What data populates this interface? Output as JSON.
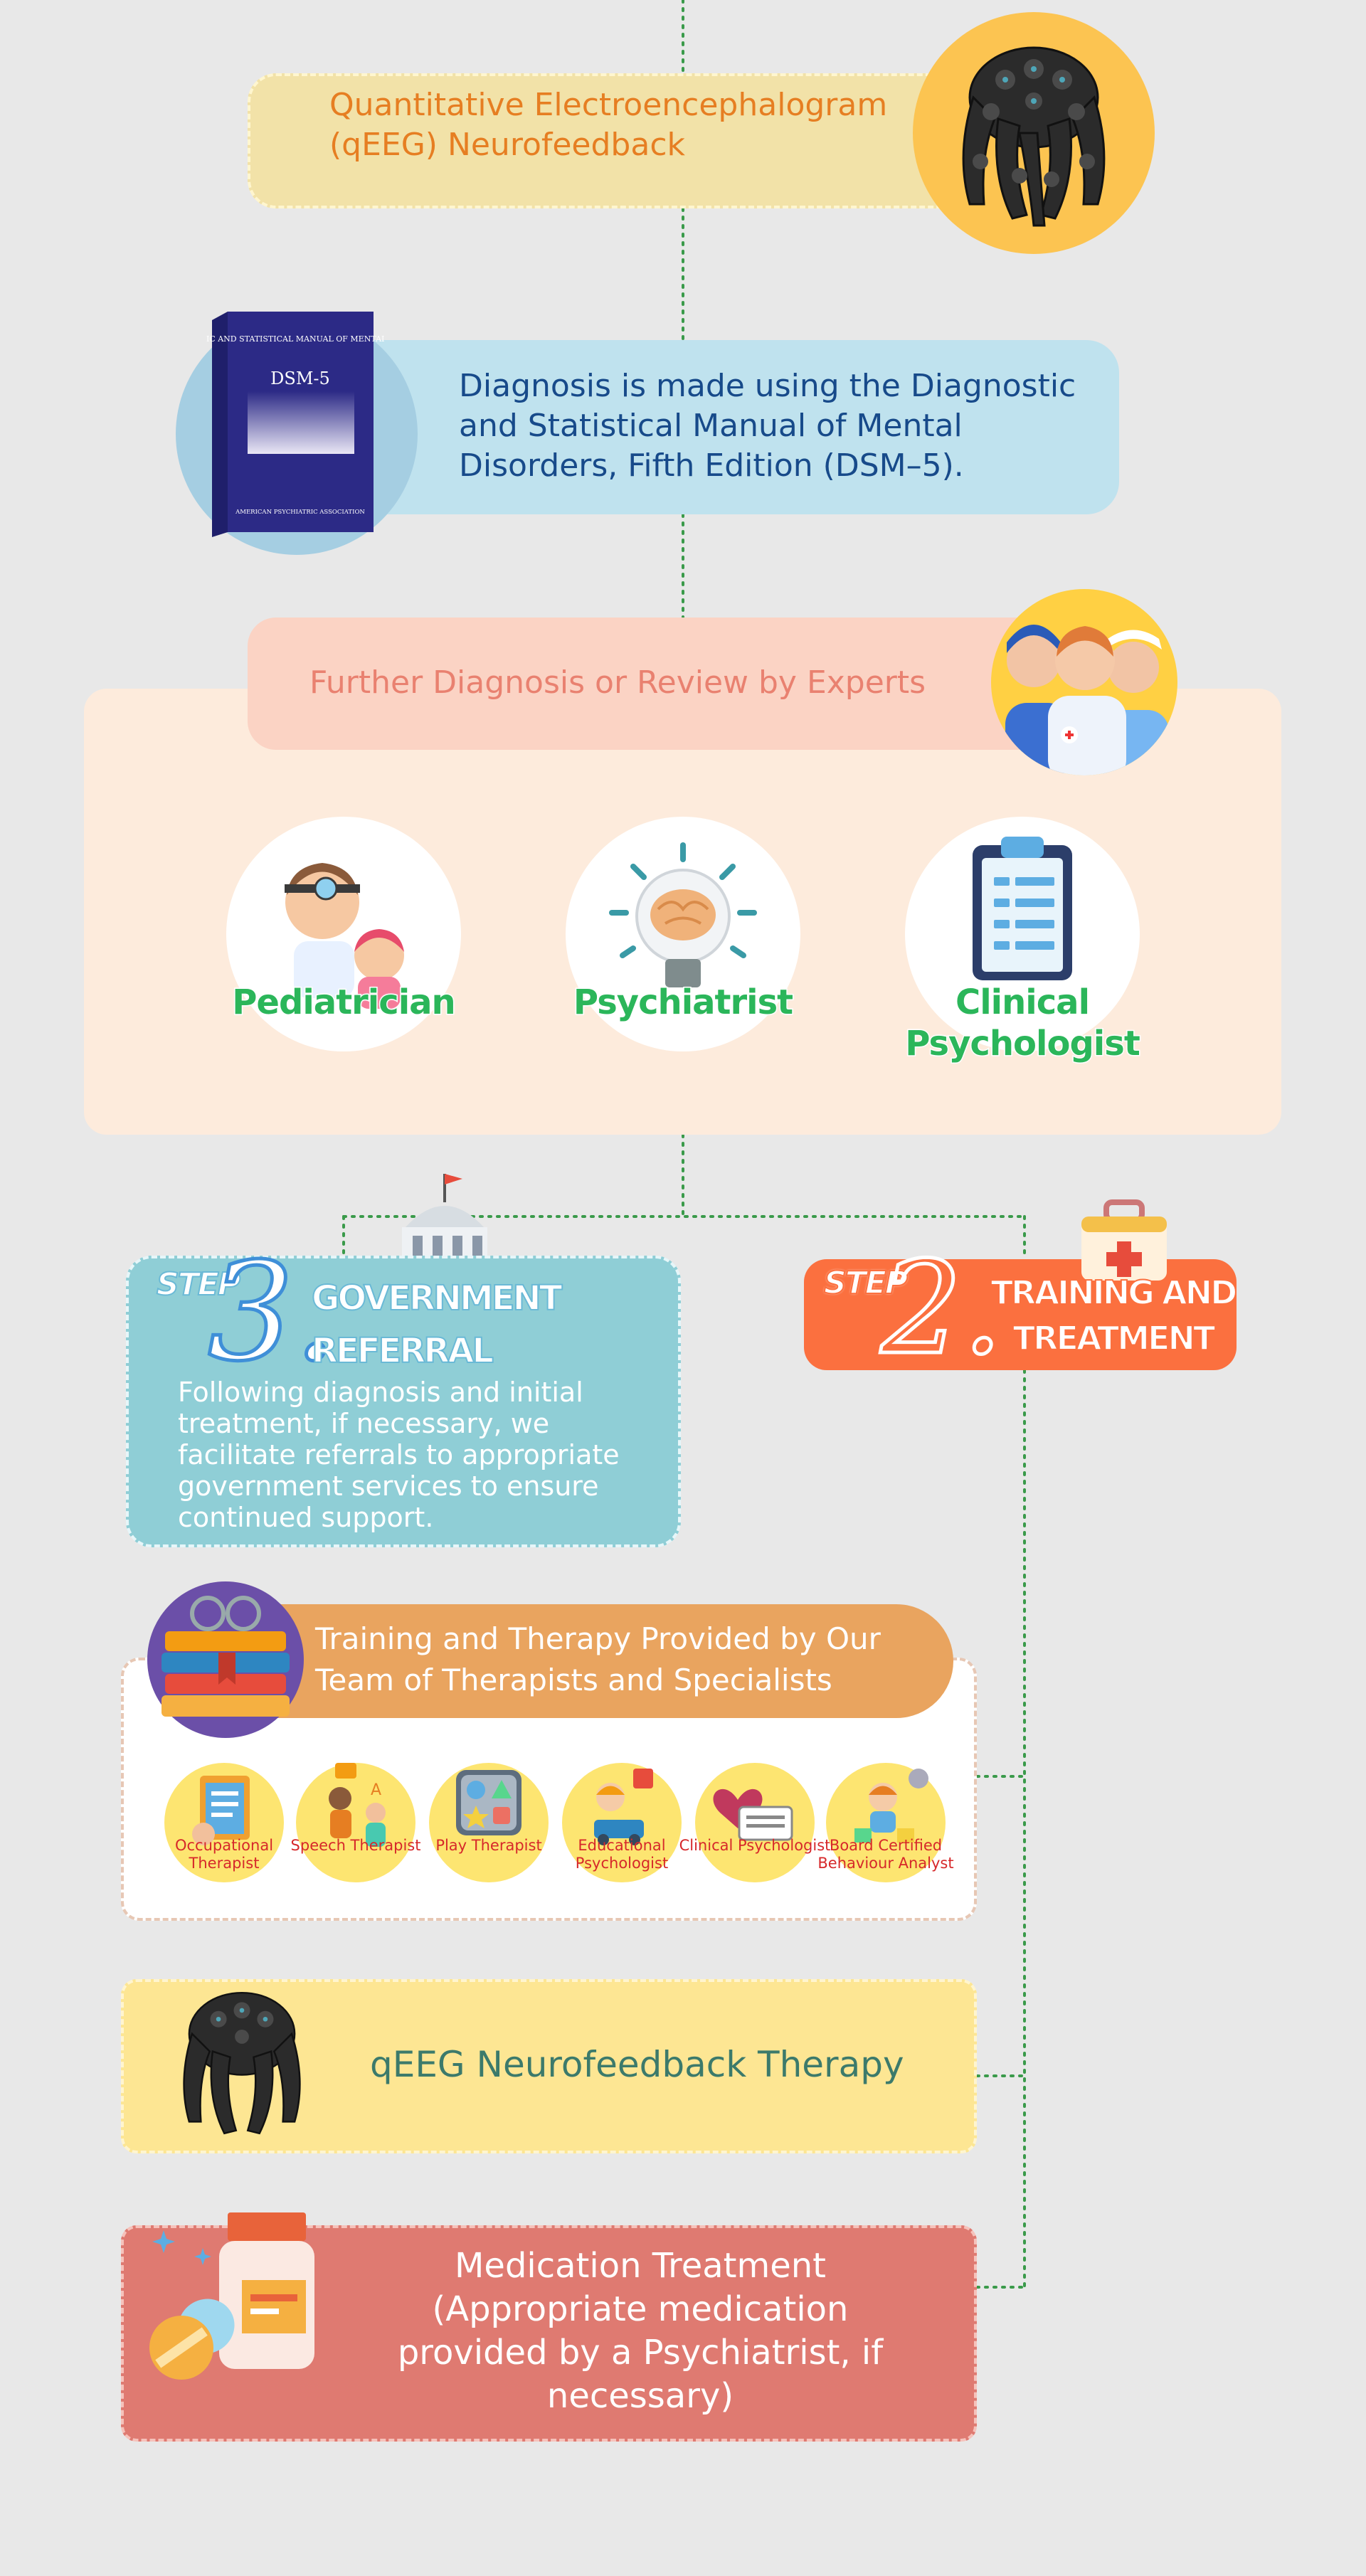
{
  "qeeg": {
    "title": "Quantitative Electroencephalogram (qEEG) Neurofeedback"
  },
  "dsm": {
    "text": "Diagnosis is made using the Diagnostic and Statistical Manual of Mental Disorders, Fifth Edition (DSM–5).",
    "book_title": "DIAGNOSTIC AND STATISTICAL MANUAL OF MENTAL DISORDERS",
    "book_name": "DSM-5",
    "book_publisher": "AMERICAN PSYCHIATRIC ASSOCIATION"
  },
  "experts": {
    "title": "Further Diagnosis or Review by Experts",
    "items": [
      {
        "label": "Pediatrician"
      },
      {
        "label": "Psychiatrist"
      },
      {
        "label": "Clinical Psychologist"
      }
    ]
  },
  "step3": {
    "step_word": "STEP",
    "number": "3.",
    "title": "GOVERNMENT REFERRAL",
    "description": "Following diagnosis and initial treatment, if necessary, we facilitate referrals to appropriate government services to ensure continued support."
  },
  "step2": {
    "step_word": "STEP",
    "number": "2.",
    "title": "TRAINING AND TREATMENT"
  },
  "training": {
    "title": "Training and Therapy Provided by Our Team of Therapists and Specialists",
    "therapists": [
      {
        "label": "Occupational Therapist"
      },
      {
        "label": "Speech Therapist"
      },
      {
        "label": "Play Therapist"
      },
      {
        "label": "Educational Psychologist"
      },
      {
        "label": "Clinical Psychologist"
      },
      {
        "label": "Board Certified Behaviour Analyst"
      }
    ]
  },
  "neuro": {
    "title": "qEEG Neurofeedback Therapy"
  },
  "medication": {
    "title": "Medication Treatment",
    "detail": "(Appropriate medication provided by a Psychiatrist, if necessary)"
  },
  "colors": {
    "background": "#e8e8e8",
    "connector": "#3a9a4a",
    "accent_orange": "#fb703f",
    "accent_teal": "#8fced6"
  }
}
